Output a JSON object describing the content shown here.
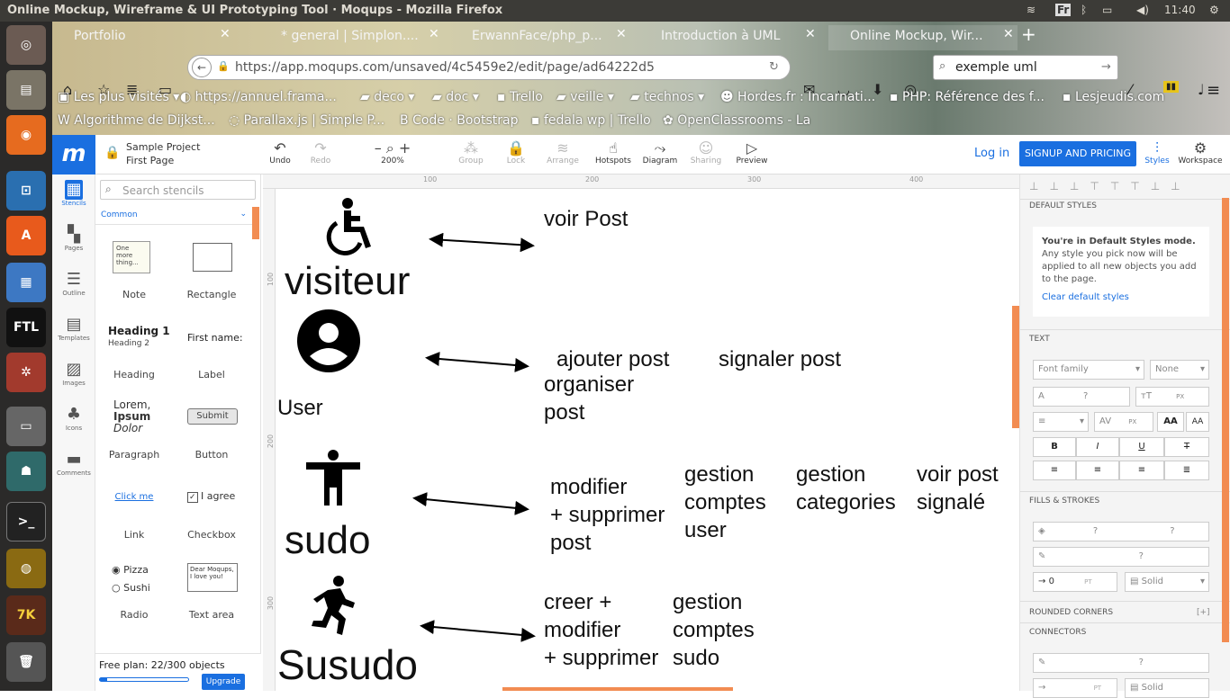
{
  "window": {
    "title": "Online Mockup, Wireframe & UI Prototyping Tool · Moqups - Mozilla Firefox"
  },
  "tray": {
    "lang": "Fr",
    "time": "11:40"
  },
  "tabs": [
    {
      "label": "Portfolio"
    },
    {
      "label": "* general | Simplon...."
    },
    {
      "label": "ErwannFace/php_p..."
    },
    {
      "label": "Introduction à UML"
    },
    {
      "label": "Online Mockup, Wir..."
    }
  ],
  "url": "https://app.moqups.com/unsaved/4c5459e2/edit/page/ad64222d5",
  "search": {
    "value": "exemple uml"
  },
  "bookmarks_row1": [
    "Les plus visités",
    "https://annuel.frama...",
    "deco",
    "doc",
    "Trello",
    "veille",
    "technos",
    "Hordes.fr : Incarnati...",
    "PHP: Référence des f...",
    "Lesjeudis.com"
  ],
  "bookmarks_row2": [
    "Algorithme de Dijkst...",
    "Parallax.js | Simple P...",
    "Code · Bootstrap",
    "fedala wp | Trello",
    "OpenClassrooms - La"
  ],
  "project": {
    "name": "Sample Project",
    "page": "First Page"
  },
  "toolbar": {
    "undo": "Undo",
    "redo": "Redo",
    "zoom": "200%",
    "group": "Group",
    "lock": "Lock",
    "arrange": "Arrange",
    "hotspots": "Hotspots",
    "diagram": "Diagram",
    "sharing": "Sharing",
    "preview": "Preview",
    "login": "Log in",
    "signup": "SIGNUP AND PRICING",
    "styles": "Styles",
    "workspace": "Workspace"
  },
  "leftnav": [
    "Stencils",
    "Pages",
    "Outline",
    "Templates",
    "Images",
    "Icons",
    "Comments"
  ],
  "stencils": {
    "search_placeholder": "Search stencils",
    "category": "Common",
    "items": [
      "Note",
      "Rectangle",
      "Heading",
      "Label",
      "Paragraph",
      "Button",
      "Link",
      "Checkbox",
      "Radio",
      "Text area"
    ],
    "note_text": "One more thing...",
    "heading1": "Heading 1",
    "heading2": "Heading 2",
    "label_text": "First name:",
    "para_line1": "Lorem,",
    "para_line2": "Ipsum",
    "para_line3": "Dolor",
    "button_text": "Submit",
    "link_text": "Click me",
    "checkbox_text": "I agree",
    "radio1": "Pizza",
    "radio2": "Sushi",
    "textarea_text": "Dear Moqups, I love you!",
    "plan": "Free plan: 22/300 objects",
    "upgrade": "Upgrade"
  },
  "ruler": {
    "top": [
      "100",
      "200",
      "300",
      "400"
    ],
    "left": [
      "100",
      "200",
      "300"
    ]
  },
  "canvas": {
    "actors": [
      "visiteur",
      "User",
      "sudo",
      "Susudo"
    ],
    "t_voir_post": "voir Post",
    "t_ajouter": "ajouter post",
    "t_signaler": "signaler post",
    "t_organiser1": "organiser",
    "t_organiser2": "post",
    "t_modifier1": "modifier",
    "t_modifier2": "+ supprimer",
    "t_modifier3": "post",
    "t_gc1": "gestion",
    "t_gc2": "comptes",
    "t_gc3": "user",
    "t_gcat1": "gestion",
    "t_gcat2": "categories",
    "t_vps1": "voir post",
    "t_vps2": "signalé",
    "t_creer1": "creer +",
    "t_creer2": "modifier",
    "t_creer3": "+ supprimer",
    "t_gcs1": "gestion",
    "t_gcs2": "comptes",
    "t_gcs3": "sudo"
  },
  "rightpanel": {
    "default_styles": "DEFAULT STYLES",
    "mode_title": "You're in Default Styles mode.",
    "mode_desc": "Any style you pick now will be applied to all new objects you add to the page.",
    "clear": "Clear default styles",
    "text": "TEXT",
    "font_family": "Font family",
    "font_none": "None",
    "q": "?",
    "px": "PX",
    "pt": "PT",
    "aa": "AA",
    "fills": "FILLS & STROKES",
    "stroke_w": "0",
    "solid": "Solid",
    "rounded": "ROUNDED CORNERS",
    "plus": "[+]",
    "connectors": "CONNECTORS"
  },
  "colors": {
    "accent": "#0a74d8",
    "brand": "#1e6fd9",
    "topbar": "#3c3b37",
    "launcher": "#2b2a29",
    "orange": "#f28c52"
  }
}
